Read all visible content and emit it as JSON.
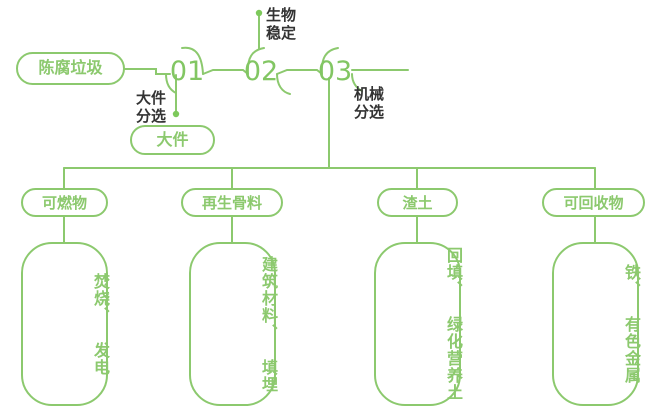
{
  "theme": {
    "green": "#8CC96E",
    "green_stroke": "#8CC96E",
    "green_dark_text": "#82C663",
    "note_text": "#333333",
    "background": "#FFFFFF"
  },
  "flow": {
    "source_node": {
      "label": "陈腐垃圾"
    },
    "steps": [
      {
        "id": "01",
        "number": "01"
      },
      {
        "id": "02",
        "number": "02"
      },
      {
        "id": "03",
        "number": "03"
      }
    ],
    "annotations": [
      {
        "id": "note-01",
        "text": "大件\n分选",
        "attached_to": "01"
      },
      {
        "id": "note-02",
        "text": "生物\n稳定",
        "attached_to": "02"
      },
      {
        "id": "note-03",
        "text": "机械\n分选",
        "attached_to": "03"
      }
    ],
    "side_output": {
      "label": "大件"
    }
  },
  "outputs": [
    {
      "id": "combustible",
      "pill": "可燃物",
      "detail": "焚烧、 发电"
    },
    {
      "id": "recycled-aggregate",
      "pill": "再生骨料",
      "detail": "建筑材料、 填埋"
    },
    {
      "id": "slag-soil",
      "pill": "渣土",
      "detail": "回填、 绿化营养土"
    },
    {
      "id": "recyclable",
      "pill": "可回收物",
      "detail": "铁、 有色金属"
    }
  ]
}
